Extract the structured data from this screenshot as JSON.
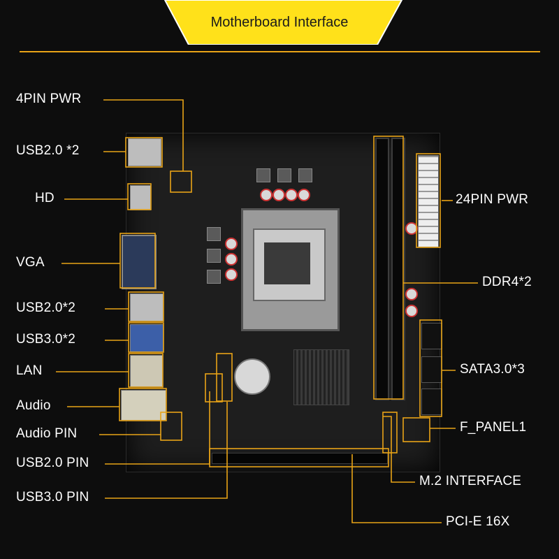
{
  "banner": {
    "title": "Motherboard Interface",
    "accent_color": "#ffe11a"
  },
  "labels": {
    "pin4_pwr": "4PIN PWR",
    "usb20_2_top": "USB2.0 *2",
    "hd": "HD",
    "vga": "VGA",
    "usb20_2": "USB2.0*2",
    "usb30_2": "USB3.0*2",
    "lan": "LAN",
    "audio": "Audio",
    "audio_pin": "Audio PIN",
    "usb20_pin": "USB2.0  PIN",
    "usb30_pin": "USB3.0  PIN",
    "pin24_pwr": "24PIN PWR",
    "ddr4": "DDR4*2",
    "sata": "SATA3.0*3",
    "f_panel": "F_PANEL1",
    "m2": "M.2 INTERFACE",
    "pcie": "PCI-E 16X"
  },
  "colors": {
    "callout_line": "#e8a317",
    "background": "#0d0d0d"
  }
}
